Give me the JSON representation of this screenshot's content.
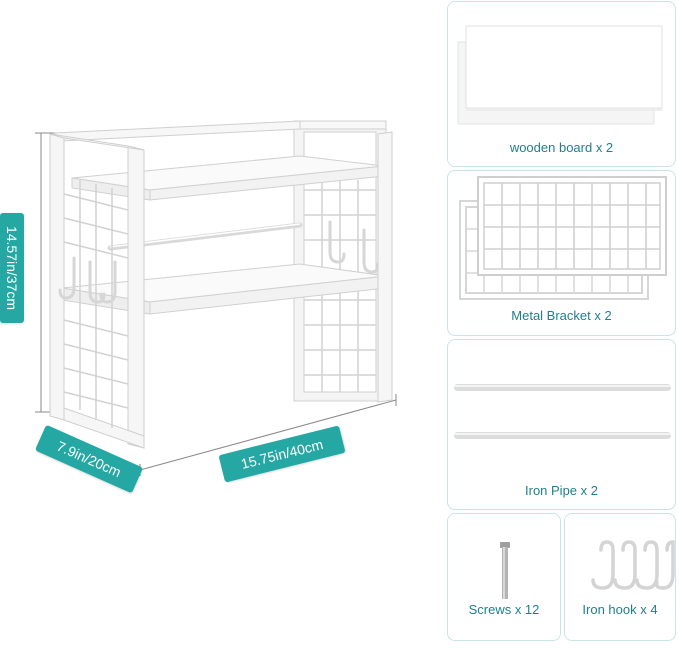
{
  "dimensions": {
    "height": "14.57in/37cm",
    "depth": "7.9in/20cm",
    "width": "15.75in/40cm"
  },
  "parts": [
    {
      "label": "wooden board x 2",
      "icon": "wooden-board-icon"
    },
    {
      "label": "Metal Bracket x 2",
      "icon": "metal-bracket-icon"
    },
    {
      "label": "Iron Pipe x 2",
      "icon": "iron-pipe-icon"
    },
    {
      "label": "Screws x 12",
      "icon": "screw-icon"
    },
    {
      "label": "Iron hook x 4",
      "icon": "iron-hook-icon"
    }
  ],
  "colors": {
    "accent": "#25a8a4",
    "label_text": "#1f7f8c",
    "panel_border": "#c9e4e4",
    "dim_line": "#8a8a8a"
  }
}
